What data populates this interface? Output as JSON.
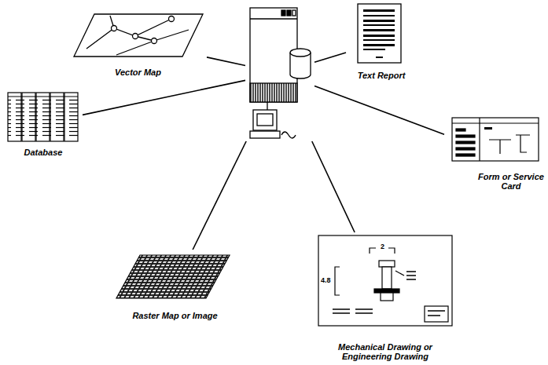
{
  "diagram": {
    "nodes": [
      {
        "text": [
          "Vector Map"
        ]
      },
      {
        "text": [
          "Text Report"
        ]
      },
      {
        "text": []
      },
      {
        "text": [
          "Database"
        ]
      },
      {
        "text": [
          "Form or Service Card"
        ]
      },
      {
        "text": [
          "Raster Map or Image"
        ]
      },
      {
        "text": [
          "Mechanical Drawing or Engineering Drawing"
        ]
      }
    ],
    "edges": [
      {
        "from": 2,
        "to": 0,
        "arrow": "none"
      },
      {
        "from": 2,
        "to": 1,
        "arrow": "none"
      },
      {
        "from": 2,
        "to": 3,
        "arrow": "none"
      },
      {
        "from": 2,
        "to": 4,
        "arrow": "none"
      },
      {
        "from": 2,
        "to": 5,
        "arrow": "none"
      },
      {
        "from": 2,
        "to": 6,
        "arrow": "none"
      }
    ],
    "labels": [
      "2",
      "4.8"
    ]
  }
}
